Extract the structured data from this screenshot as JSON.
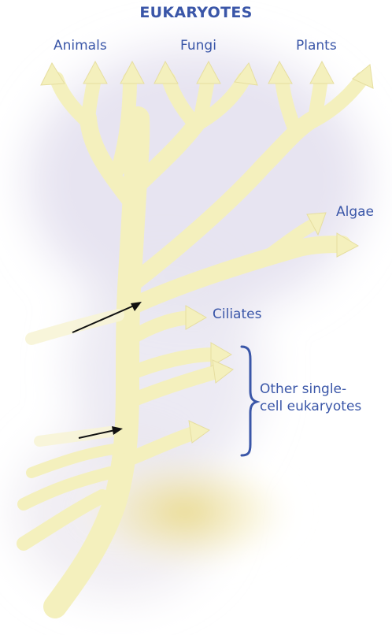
{
  "title": "EUKARYOTES",
  "labels": {
    "animals": "Animals",
    "fungi": "Fungi",
    "plants": "Plants",
    "algae": "Algae",
    "ciliates": "Ciliates",
    "other_line1": "Other single-",
    "other_line2": "cell eukaryotes"
  },
  "colors": {
    "branch": "#f4f0bd",
    "branch_edge": "#e6dea0",
    "shade_lavender": "#e6e3f0",
    "label_blue": "#3a56a8",
    "arrow_black": "#111111",
    "base_shadow": "#eedf90"
  }
}
